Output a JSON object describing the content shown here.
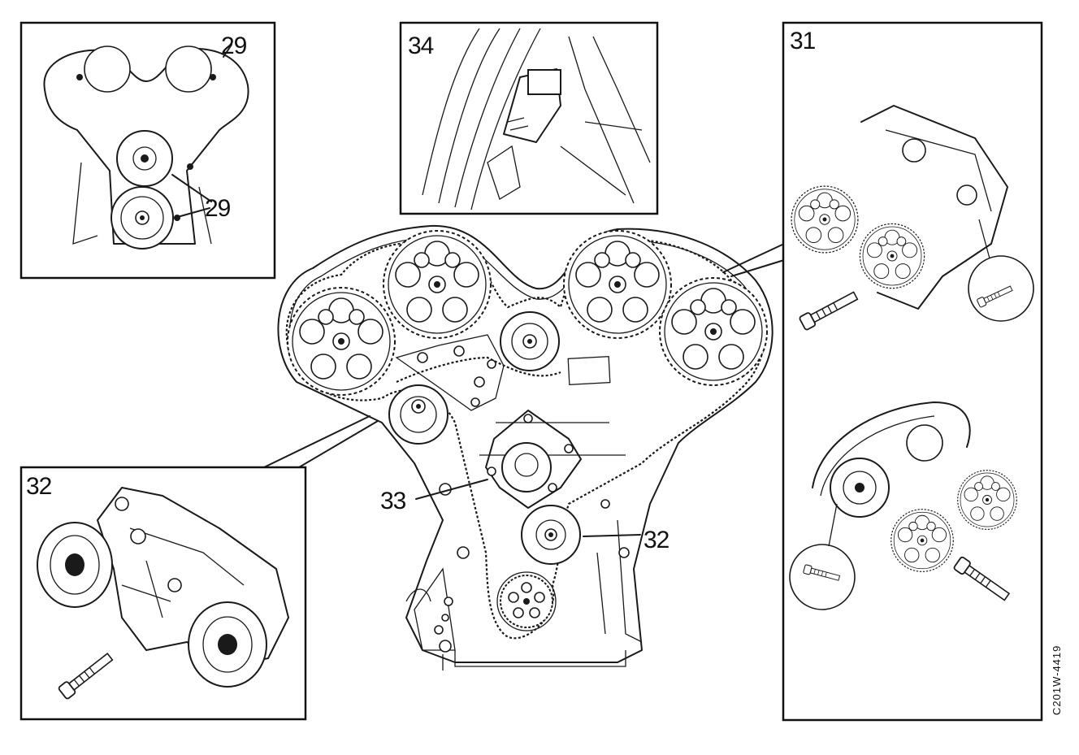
{
  "figure": {
    "code": "C201W-4419",
    "callouts": {
      "inset_top_left": "29",
      "inset_top_left_pointer": "29",
      "inset_top_center": "34",
      "inset_right": "31",
      "inset_bottom_left": "32",
      "main_pump": "33",
      "main_tensioner": "32"
    }
  }
}
